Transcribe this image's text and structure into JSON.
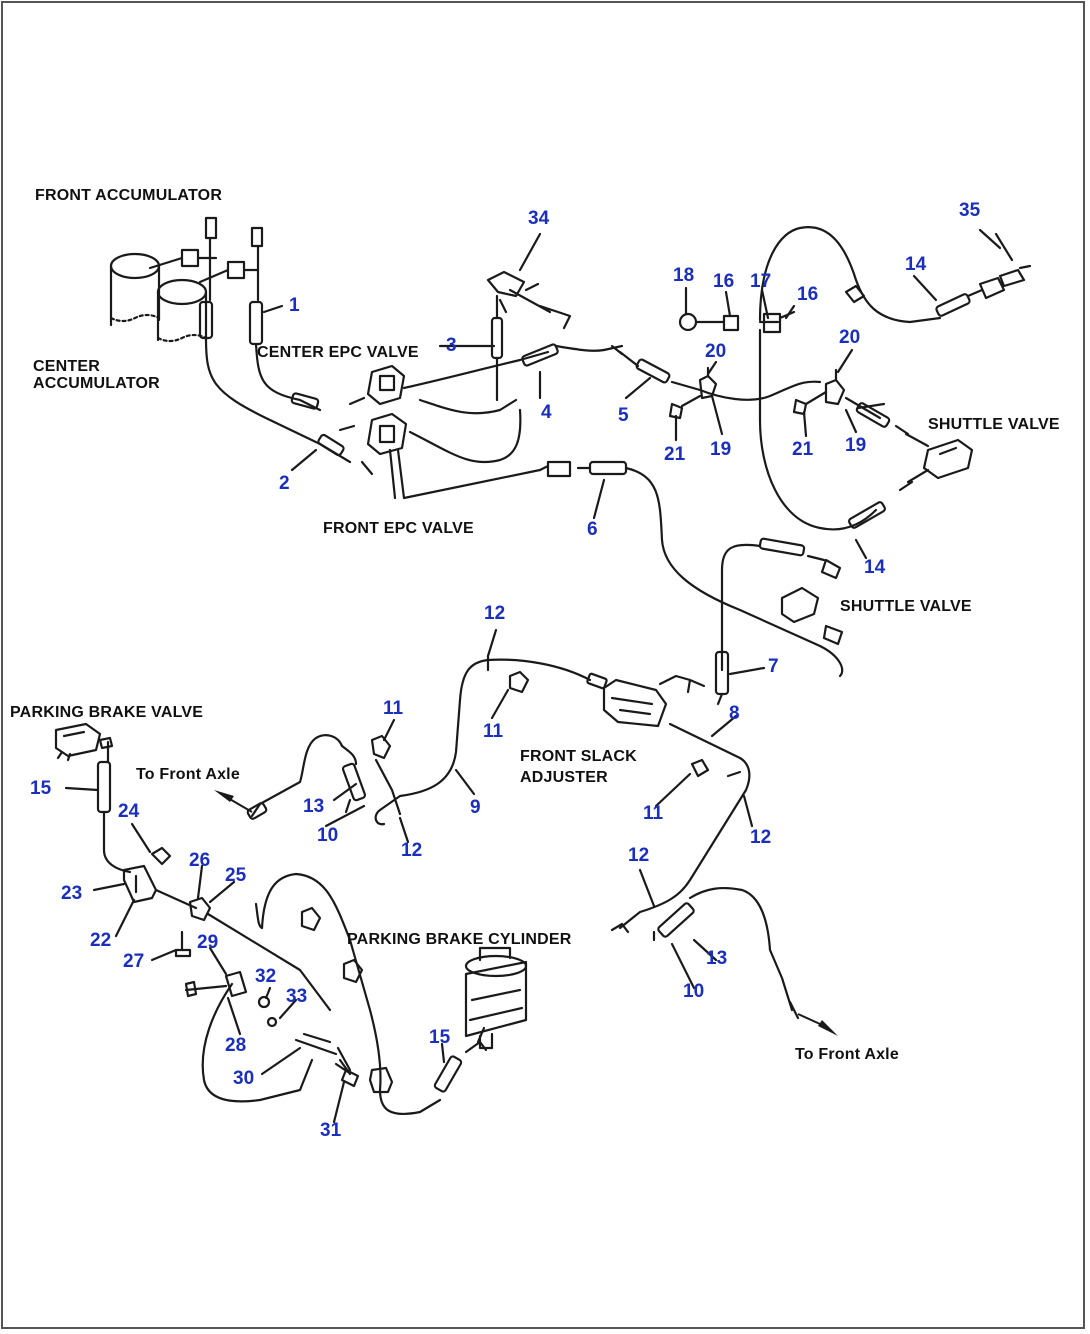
{
  "labels": {
    "front_accumulator": "FRONT ACCUMULATOR",
    "center_accumulator_line1": "CENTER",
    "center_accumulator_line2": "ACCUMULATOR",
    "center_epc_valve": "CENTER EPC VALVE",
    "front_epc_valve": "FRONT EPC VALVE",
    "shuttle_valve_1": "SHUTTLE VALVE",
    "shuttle_valve_2": "SHUTTLE VALVE",
    "parking_brake_valve": "PARKING BRAKE VALVE",
    "to_front_axle_1": "To Front Axle",
    "front_slack_adjuster_line1": "FRONT SLACK",
    "front_slack_adjuster_line2": "ADJUSTER",
    "parking_brake_cylinder": "PARKING BRAKE CYLINDER",
    "to_front_axle_2": "To Front Axle"
  },
  "callouts": [
    "1",
    "2",
    "3",
    "34",
    "4",
    "5",
    "6",
    "18",
    "16",
    "17",
    "16",
    "20",
    "21",
    "19",
    "35",
    "14",
    "20",
    "21",
    "19",
    "14",
    "7",
    "8",
    "12",
    "11",
    "11",
    "13",
    "10",
    "12",
    "9",
    "11",
    "12",
    "12",
    "10",
    "13",
    "15",
    "24",
    "23",
    "26",
    "25",
    "22",
    "27",
    "29",
    "32",
    "33",
    "28",
    "30",
    "31",
    "15"
  ],
  "colors": {
    "callout": "#1a2fbf",
    "line": "#1a1a1a",
    "text": "#111111"
  }
}
